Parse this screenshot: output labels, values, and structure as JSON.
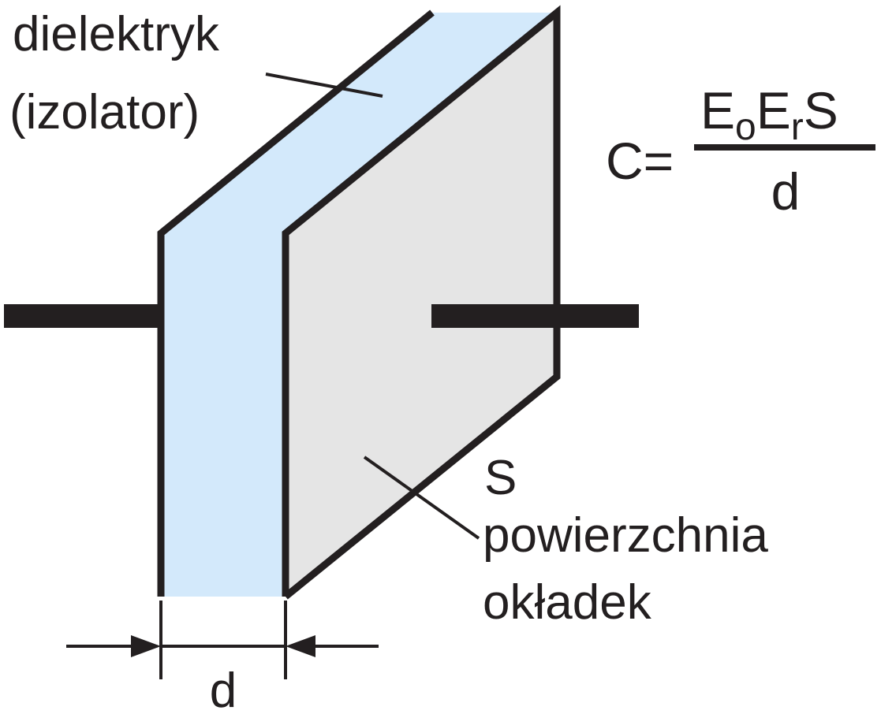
{
  "labels": {
    "dielectric_line1": "dielektryk",
    "dielectric_line2": "(izolator)",
    "surface_symbol": "S",
    "surface_line1": "powierzchnia",
    "surface_line2": "okładek",
    "distance": "d"
  },
  "formula": {
    "lhs": "C=",
    "numerator": {
      "e1": "E",
      "sub1": "o",
      "e2": "E",
      "sub2": "r",
      "s": "S"
    },
    "denominator": "d"
  },
  "colors": {
    "dielectric_fill": "#d3e9fb",
    "plate_fill": "#e5e5e5",
    "stroke": "#231f20",
    "background": "#ffffff"
  }
}
